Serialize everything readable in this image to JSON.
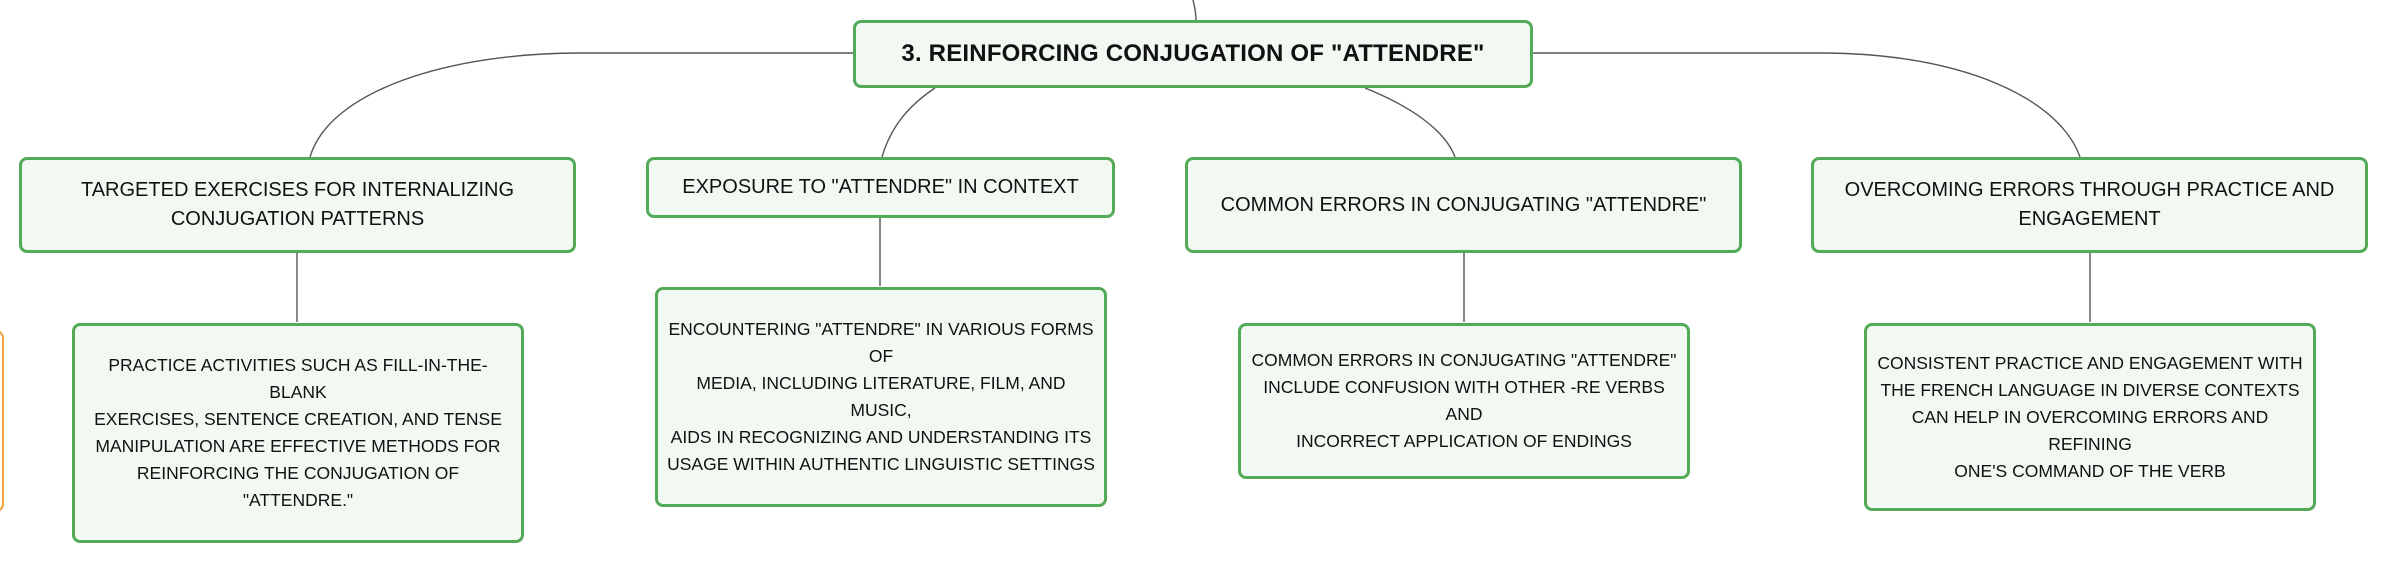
{
  "mindmap": {
    "root": {
      "label": "3. REINFORCING CONJUGATION OF \"ATTENDRE\""
    },
    "branches": [
      {
        "label": "TARGETED EXERCISES FOR INTERNALIZING\nCONJUGATION PATTERNS",
        "detail": "PRACTICE ACTIVITIES SUCH AS FILL-IN-THE-BLANK\nEXERCISES, SENTENCE CREATION, AND TENSE\nMANIPULATION ARE EFFECTIVE METHODS FOR\nREINFORCING THE CONJUGATION OF \"ATTENDRE.\""
      },
      {
        "label": "EXPOSURE TO \"ATTENDRE\" IN CONTEXT",
        "detail": "ENCOUNTERING \"ATTENDRE\" IN VARIOUS FORMS OF\nMEDIA, INCLUDING LITERATURE, FILM, AND MUSIC,\nAIDS IN RECOGNIZING AND UNDERSTANDING ITS\nUSAGE WITHIN AUTHENTIC LINGUISTIC SETTINGS"
      },
      {
        "label": "COMMON ERRORS IN CONJUGATING \"ATTENDRE\"",
        "detail": "COMMON ERRORS IN CONJUGATING \"ATTENDRE\"\nINCLUDE CONFUSION WITH OTHER -RE VERBS AND\nINCORRECT APPLICATION OF ENDINGS"
      },
      {
        "label": "OVERCOMING ERRORS THROUGH PRACTICE AND\nENGAGEMENT",
        "detail": "CONSISTENT PRACTICE AND ENGAGEMENT WITH\nTHE FRENCH LANGUAGE IN DIVERSE CONTEXTS\nCAN HELP IN OVERCOMING ERRORS AND REFINING\nONE'S COMMAND OF THE VERB"
      }
    ],
    "colors": {
      "node_border": "#53ab58",
      "node_fill": "#f2f9f3",
      "connector": "#555555",
      "partial_node_border": "#f0a13a"
    }
  }
}
